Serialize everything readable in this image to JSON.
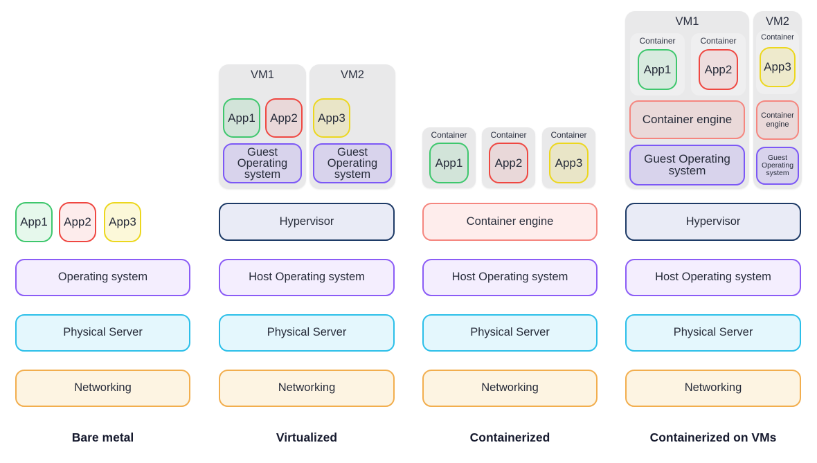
{
  "columns": [
    {
      "label": "Bare metal",
      "apps": [
        "App1",
        "App2",
        "App3"
      ],
      "os": "Operating system",
      "server": "Physical Server",
      "network": "Networking"
    },
    {
      "label": "Virtualized",
      "vm1": {
        "title": "VM1",
        "apps": [
          "App1",
          "App2"
        ],
        "guest_os": "Guest Operating system"
      },
      "vm2": {
        "title": "VM2",
        "apps": [
          "App3"
        ],
        "guest_os": "Guest Operating system"
      },
      "hypervisor": "Hypervisor",
      "os": "Host Operating system",
      "server": "Physical Server",
      "network": "Networking"
    },
    {
      "label": "Containerized",
      "containers": [
        {
          "title": "Container",
          "app": "App1"
        },
        {
          "title": "Container",
          "app": "App2"
        },
        {
          "title": "Container",
          "app": "App3"
        }
      ],
      "engine": "Container engine",
      "os": "Host Operating system",
      "server": "Physical Server",
      "network": "Networking"
    },
    {
      "label": "Containerized on VMs",
      "vm1": {
        "title": "VM1",
        "containers": [
          {
            "title": "Container",
            "app": "App1"
          },
          {
            "title": "Container",
            "app": "App2"
          }
        ],
        "engine": "Container engine",
        "guest_os": "Guest Operating system"
      },
      "vm2": {
        "title": "VM2",
        "containers": [
          {
            "title": "Container",
            "app": "App3"
          }
        ],
        "engine": "Container engine",
        "guest_os": "Guest Operating system"
      },
      "hypervisor": "Hypervisor",
      "os": "Host Operating system",
      "server": "Physical Server",
      "network": "Networking"
    }
  ],
  "colors": {
    "app1_border": "#3ec76d",
    "app2_border": "#ef4741",
    "app3_border": "#ecd71e",
    "os_border": "#8b5cf6",
    "guest_os_border": "#7c58f6",
    "server_border": "#2bbfe9",
    "network_border": "#f2ae4e",
    "hypervisor_border": "#1d3a66",
    "engine_border": "#f5867f",
    "vm_fill": "#e9e9ea"
  }
}
